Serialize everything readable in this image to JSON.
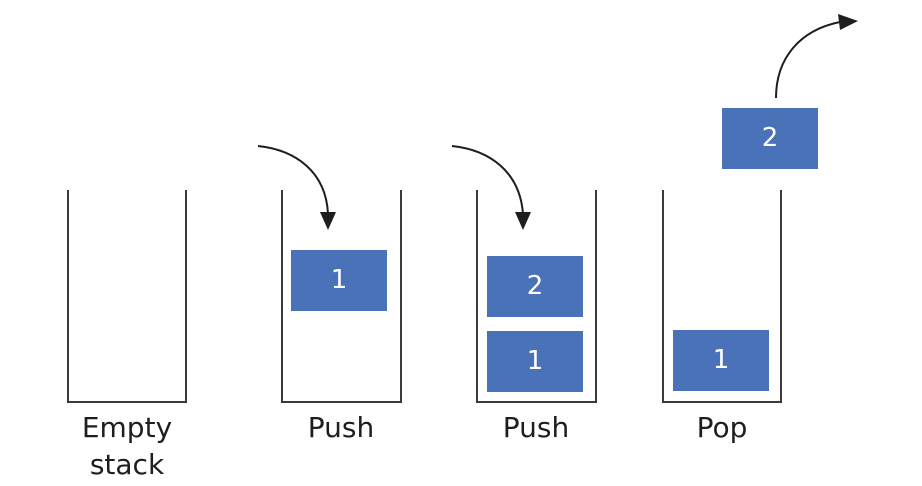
{
  "colors": {
    "box_fill": "#4a72b8",
    "wall": "#3a3a3a",
    "text": "#1e1e1e"
  },
  "stages": [
    {
      "caption_lines": [
        "Empty",
        "stack"
      ],
      "items": []
    },
    {
      "caption_lines": [
        "Push"
      ],
      "items": [
        "1"
      ]
    },
    {
      "caption_lines": [
        "Push"
      ],
      "items": [
        "2",
        "1"
      ]
    },
    {
      "caption_lines": [
        "Pop"
      ],
      "items": [
        "1"
      ],
      "popped_item": "2"
    }
  ]
}
